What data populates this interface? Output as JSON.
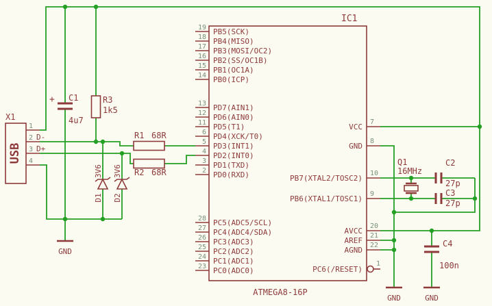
{
  "colors": {
    "background": "#FBFBF2",
    "net": "#23A023",
    "symbol": "#8E3A3A",
    "pin_number": "#778F77"
  },
  "usb": {
    "name": "X1",
    "label": "USB",
    "pin_numbers": [
      "1",
      "2",
      "3",
      "4"
    ],
    "net_labels": {
      "d_minus": "D-",
      "d_plus": "D+"
    }
  },
  "capacitors": {
    "c1": {
      "name": "C1",
      "value": "4u7",
      "polarity": "+"
    },
    "c2": {
      "name": "C2",
      "value": "27p"
    },
    "c3": {
      "name": "C3",
      "value": "27p"
    },
    "c4": {
      "name": "C4",
      "value": "100n"
    }
  },
  "resistors": {
    "r1": {
      "name": "R1",
      "value": "68R"
    },
    "r2": {
      "name": "R2",
      "value": "68R"
    },
    "r3": {
      "name": "R3",
      "value": "1k5"
    }
  },
  "diodes": {
    "d1": {
      "name": "D1",
      "value": "3V6"
    },
    "d2": {
      "name": "D2",
      "value": "3V6"
    }
  },
  "crystal": {
    "name": "Q1",
    "value": "16MHz"
  },
  "ic": {
    "name": "IC1",
    "part": "ATMEGA8-16P",
    "left_pins": [
      {
        "number": "19",
        "name": "PB5(SCK)"
      },
      {
        "number": "18",
        "name": "PB4(MISO)"
      },
      {
        "number": "17",
        "name": "PB3(MOSI/OC2)"
      },
      {
        "number": "16",
        "name": "PB2(SS/OC1B)"
      },
      {
        "number": "15",
        "name": "PB1(OC1A)"
      },
      {
        "number": "14",
        "name": "PB0(ICP)"
      },
      {
        "number": "13",
        "name": "PD7(AIN1)"
      },
      {
        "number": "12",
        "name": "PD6(AIN0)"
      },
      {
        "number": "11",
        "name": "PD5(T1)"
      },
      {
        "number": "6",
        "name": "PD4(XCK/T0)"
      },
      {
        "number": "5",
        "name": "PD3(INT1)"
      },
      {
        "number": "4",
        "name": "PD2(INT0)"
      },
      {
        "number": "3",
        "name": "PD1(TXD)"
      },
      {
        "number": "2",
        "name": "PD0(RXD)"
      },
      {
        "number": "28",
        "name": "PC5(ADC5/SCL)"
      },
      {
        "number": "27",
        "name": "PC4(ADC4/SDA)"
      },
      {
        "number": "26",
        "name": "PC3(ADC3)"
      },
      {
        "number": "25",
        "name": "PC2(ADC2)"
      },
      {
        "number": "24",
        "name": "PC1(ADC1)"
      },
      {
        "number": "23",
        "name": "PC0(ADC0)"
      }
    ],
    "right_pins": [
      {
        "number": "7",
        "name": "VCC"
      },
      {
        "number": "8",
        "name": "GND"
      },
      {
        "number": "10",
        "name": "PB7(XTAL2/TOSC2)"
      },
      {
        "number": "9",
        "name": "PB6(XTAL1/TOSC1)"
      },
      {
        "number": "20",
        "name": "AVCC"
      },
      {
        "number": "21",
        "name": "AREF"
      },
      {
        "number": "22",
        "name": "AGND"
      },
      {
        "number": "1",
        "name": "PC6(/RESET)"
      }
    ]
  },
  "ground_labels": [
    "GND",
    "GND",
    "GND"
  ]
}
